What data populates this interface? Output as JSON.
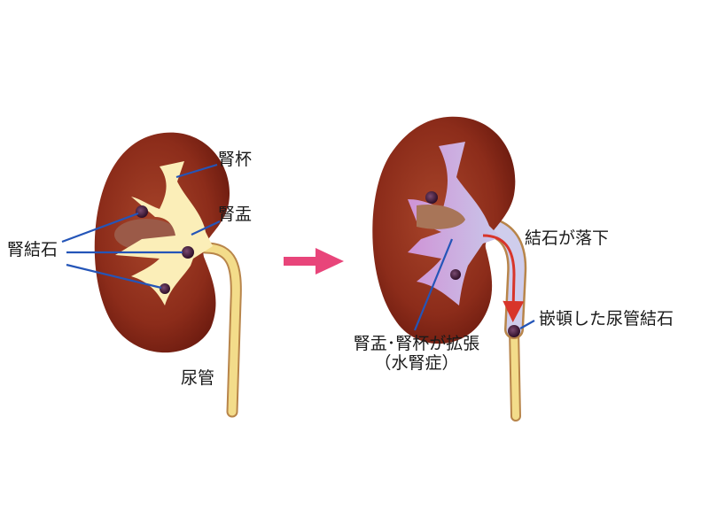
{
  "left_panel": {
    "title": "normal kidney with kidney stones",
    "labels": {
      "calyx": "腎杯",
      "pelvis": "腎盂",
      "kidney_stone": "腎結石",
      "ureter": "尿管"
    }
  },
  "right_panel": {
    "title": "hydronephrosis with lodged ureteral stone",
    "labels": {
      "stone_falls": "結石が落下",
      "lodged_stone": "嵌頓した尿管結石",
      "dilation_line1": "腎盂･腎杯が拡張",
      "dilation_line2": "（水腎症）"
    }
  },
  "transition_arrow": {
    "icon": "right-arrow-icon",
    "color": "#e8457a"
  },
  "colors": {
    "kidney_cortex": "#8a2a1a",
    "kidney_outer": "#b4502f",
    "medulla": "#9a5a45",
    "collecting_normal": "#fbeeb8",
    "collecting_dilated": "#d6a8e0",
    "ureter_fill": "#f3dc8a",
    "ureter_edge": "#b8854a",
    "stone": "#4a1e3e",
    "leader_line": "#2455b8",
    "flow_arrow": "#d8352a"
  }
}
